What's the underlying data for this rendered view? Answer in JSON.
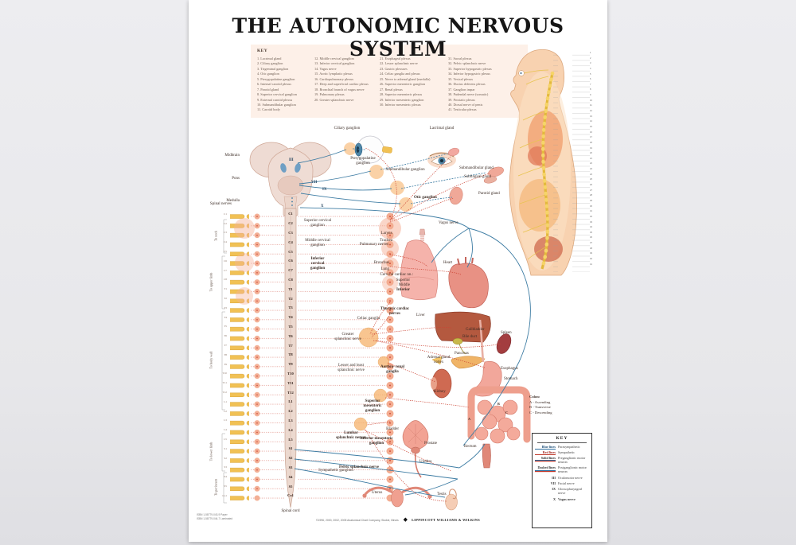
{
  "poster": {
    "title": "THE AUTONOMIC NERVOUS SYSTEM",
    "key_panel": {
      "heading": "KEY",
      "col1": [
        "1. Lacrimal gland",
        "2. Ciliary ganglion",
        "3. Trigeminal ganglion",
        "4. Otic ganglion",
        "5. Pterygopalatine ganglion",
        "6. Internal carotid plexus",
        "7. Parotid gland",
        "8. Superior cervical ganglion",
        "9. External carotid plexus",
        "10. Submandibular ganglion",
        "11. Carotid body"
      ],
      "col2": [
        "12. Middle cervical ganglion",
        "13. Inferior cervical ganglion",
        "14. Vagus nerve",
        "15. Aortic lymphatic plexus",
        "16. Cardiopulmonary plexus",
        "17. Deep and superficial cardiac plexus",
        "18. Bronchial branch of vagus nerve",
        "19. Pulmonary plexus",
        "20. Greater splanchnic nerve"
      ],
      "col3": [
        "21. Esophageal plexus",
        "22. Lesser splanchnic nerve",
        "23. Gastric plexuses",
        "24. Celiac ganglia and plexus",
        "25. Nerve to adrenal gland (medulla)",
        "26. Superior mesenteric ganglion",
        "27. Renal plexus",
        "28. Superior mesenteric plexus",
        "29. Inferior mesenteric ganglion",
        "30. Inferior mesenteric plexus"
      ],
      "col4": [
        "31. Sacral plexus",
        "32. Pelvic splanchnic nerve",
        "33. Superior hypogastric plexus",
        "34. Inferior hypogastric plexus",
        "35. Vesical plexus",
        "36. Ductus deferens plexus",
        "37. Ganglion impar",
        "38. Pudendal nerve (somatic)",
        "39. Prostatic plexus",
        "40. Dorsal nerve of penis",
        "41. Testicular plexus"
      ]
    },
    "cranial": {
      "iii": "III",
      "vii": "VII",
      "ix": "IX",
      "x": "X"
    },
    "labels": {
      "midbrain": "Midbrain",
      "pons": "Pons",
      "medulla": "Medulla",
      "spinal_nerves": "Spinal nerves",
      "ciliary_ganglion": "Ciliary ganglion",
      "lacrimal_gland": "Lacrimal gland",
      "pterygopalatine_ganglion": "Pterygopalatine ganglion",
      "submandibular_ganglion": "Submandibular ganglion",
      "submandibular_gland": "Submandibular gland",
      "sublingual_gland": "Sublingual gland",
      "otic_ganglion": "Otic ganglion",
      "parotid_gland": "Parotid gland",
      "superior_cervical_ganglion": "Superior cervical ganglion",
      "middle_cervical_ganglion": "Middle cervical ganglion",
      "inferior_cervical_ganglion": "Inferior cervical ganglion",
      "vagus_nerve": "Vagus nerve",
      "larynx": "Larynx",
      "trachea": "Trachea",
      "pulmonary_nerves": "Pulmonary nerves",
      "bronchus": "Bronchus",
      "lung": "Lung",
      "cervical_cardiac": "Cervical cardiac nn.:",
      "ccn_superior": "Superior",
      "ccn_middle": "Middle",
      "ccn_inferior": "Inferior",
      "heart": "Heart",
      "thoracic_cardiac_nerves": "Thoracic cardiac nerves",
      "celiac_ganglia": "Celiac ganglia",
      "liver": "Liver",
      "gallbladder": "Gallbladder",
      "bile_duct": "Bile duct",
      "greater_splanchnic_nerve": "Greater splanchnic nerve",
      "spleen": "Spleen",
      "pancreas": "Pancreas",
      "adrenal_gland_cortex": "Adrenal gland cortex",
      "lesser_least_splanchnic": "Lesser and least splanchnic nerve",
      "aortico_renal_ganglia": "Aortico- renal ganglia",
      "kidney": "Kidney",
      "esophagus": "Esophagus",
      "stomach": "Stomach",
      "superior_mesenteric_ganglion": "Superior mesenteric ganglion",
      "lumbar_splanchnic_nerves": "Lumbar splanchnic nerves",
      "inferior_mesenteric_ganglion": "Inferior mesenteric ganglion",
      "bladder": "Bladder",
      "prostate": "Prostate",
      "urethra": "Urethra",
      "pelvic_splanchnic_nerve": "Pelvic splanchnic nerve",
      "rectum": "Rectum",
      "uterus": "Uterus",
      "testis": "Testis",
      "sympathetic_ganglion": "Sympathetic ganglion",
      "spinal_cord": "Spinal cord"
    },
    "side_labels": {
      "to_neck": "To neck",
      "to_upper_limb": "To upper limb",
      "to_body_wall": "To body wall",
      "to_lower_limb": "To lower limb",
      "to_perineum": "To perineum"
    },
    "spinal_segments": [
      "C1",
      "C2",
      "C3",
      "C4",
      "C5",
      "C6",
      "C7",
      "C8",
      "T1",
      "T2",
      "T3",
      "T4",
      "T5",
      "T6",
      "T7",
      "T8",
      "T9",
      "T10",
      "T11",
      "T12",
      "L1",
      "L2",
      "L3",
      "L4",
      "L5",
      "S1",
      "S2",
      "S3",
      "S4",
      "S5",
      "Co1"
    ],
    "torso_numbers": [
      "1",
      "2",
      "3",
      "4",
      "5",
      "6",
      "7",
      "8",
      "9",
      "10",
      "11",
      "12",
      "13",
      "14",
      "15",
      "16",
      "17",
      "18",
      "19",
      "20",
      "21",
      "22",
      "23",
      "24",
      "25",
      "26",
      "27",
      "28",
      "29",
      "30",
      "31",
      "32",
      "33",
      "34",
      "35",
      "36",
      "37",
      "38",
      "39",
      "40",
      "41"
    ],
    "colon_legend": {
      "title": "Colon:",
      "a": "A - Ascending",
      "b": "B - Transverse",
      "c": "C - Descending"
    },
    "colon_letters": {
      "a": "A",
      "b": "B",
      "c": "C"
    },
    "key_box": {
      "heading": "KEY",
      "blue_label": "Blue lines",
      "blue_desc": "Parasympathetic",
      "red_label": "Red lines",
      "red_desc": "Sympathetic",
      "solid_label": "Solid lines",
      "solid_desc": "Preganglionic motor neuron",
      "dashed_label": "Dashed lines",
      "dashed_desc": "Postganglionic motor neuron",
      "n3": "III",
      "n3_name": "Oculomotor nerve",
      "n7": "VII",
      "n7_name": "Facial nerve",
      "n9": "IX",
      "n9_name": "Glossopharyngeal nerve",
      "n10": "X",
      "n10_name": "Vagus nerve"
    },
    "footer": {
      "isbn1": "ISBN 1-58779-043-9 Paper",
      "isbn2": "ISBN 1-58779-044-7 Laminated",
      "copyright": "©1996, 2000, 2002, 2005 Anatomical Chart Company, Skokie, Illinois",
      "logo": "◆",
      "publisher": "LIPPINCOTT WILLIAMS & WILKINS"
    },
    "colors": {
      "parasympathetic_blue": "#3d7ca3",
      "sympathetic_red": "#cc4434",
      "nerve_yellow": "#f1c154",
      "ganglion_orange": "#f6b26b",
      "panel_pink": "#fdf0e8",
      "skin": "#f8d2b0"
    }
  }
}
